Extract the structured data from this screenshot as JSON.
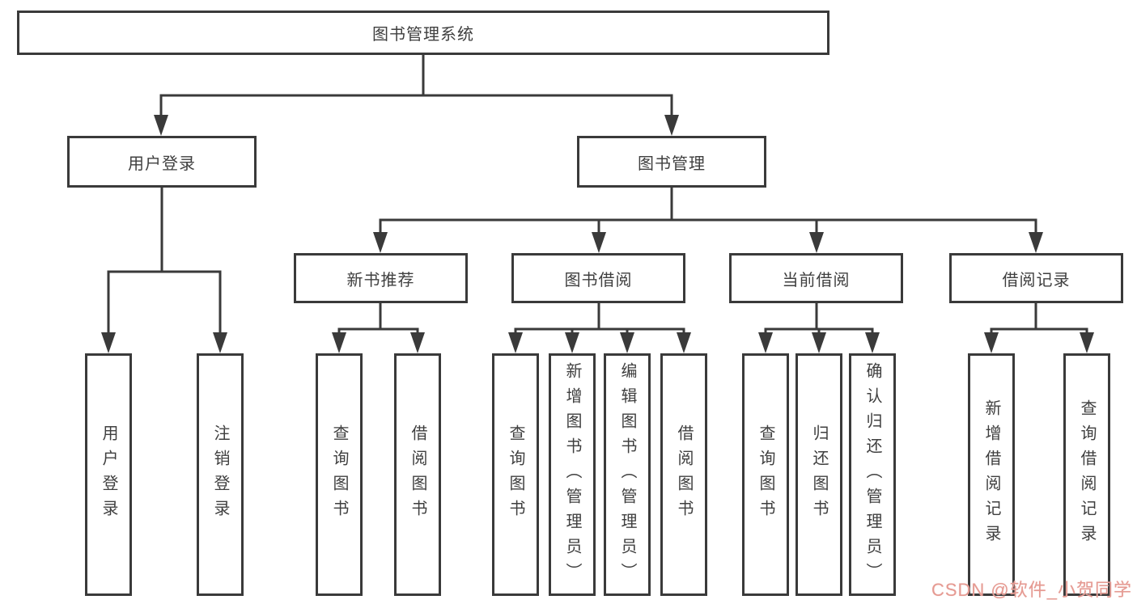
{
  "colors": {
    "line": "#3a3a3a",
    "text": "#3f3f3f",
    "background": "#ffffff",
    "watermark": "#e59a92"
  },
  "diagram": {
    "root": {
      "label": "图书管理系统",
      "children": [
        {
          "label": "用户登录",
          "children": [
            {
              "label": "用户登录"
            },
            {
              "label": "注销登录"
            }
          ]
        },
        {
          "label": "图书管理",
          "children": [
            {
              "label": "新书推荐",
              "children": [
                {
                  "label": "查询图书"
                },
                {
                  "label": "借阅图书"
                }
              ]
            },
            {
              "label": "图书借阅",
              "children": [
                {
                  "label": "查询图书"
                },
                {
                  "label": "新增图书（管理员）"
                },
                {
                  "label": "编辑图书（管理员）"
                },
                {
                  "label": "借阅图书"
                }
              ]
            },
            {
              "label": "当前借阅",
              "children": [
                {
                  "label": "查询图书"
                },
                {
                  "label": "归还图书"
                },
                {
                  "label": "确认归还（管理员）"
                }
              ]
            },
            {
              "label": "借阅记录",
              "children": [
                {
                  "label": "新增借阅记录"
                },
                {
                  "label": "查询借阅记录"
                }
              ]
            }
          ]
        }
      ]
    }
  },
  "watermark": {
    "text": "CSDN @软件_小贺同学"
  }
}
